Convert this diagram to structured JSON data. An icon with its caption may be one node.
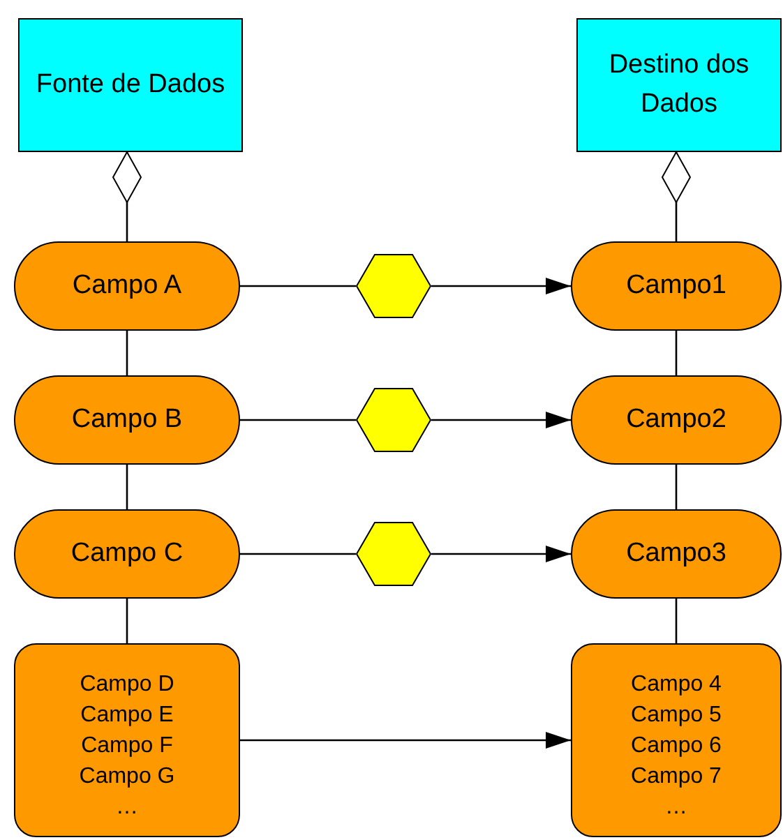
{
  "diagram": {
    "nodes": [
      {
        "text": [
          "Fonte de Dados"
        ]
      },
      {
        "text": [
          "Destino dos Dados"
        ]
      },
      {
        "text": [
          "Campo A"
        ]
      },
      {
        "text": [
          "Campo B"
        ]
      },
      {
        "text": [
          "Campo C"
        ]
      },
      {
        "text": [
          "Campo D",
          "Campo E",
          "Campo F",
          "Campo G",
          "…"
        ]
      },
      {
        "text": [
          "Campo1"
        ]
      },
      {
        "text": [
          "Campo2"
        ]
      },
      {
        "text": [
          "Campo3"
        ]
      },
      {
        "text": [
          "Campo 4",
          "Campo 5",
          "Campo 6",
          "Campo 7",
          "…"
        ]
      },
      {
        "text": [],
        "shape": "hexagon"
      },
      {
        "text": [],
        "shape": "hexagon"
      },
      {
        "text": [],
        "shape": "hexagon"
      }
    ],
    "edges": [
      {
        "from": 0,
        "to": 2,
        "arrow": "other"
      },
      {
        "from": 1,
        "to": 6,
        "arrow": "other"
      },
      {
        "from": 2,
        "to": 3,
        "arrow": "none"
      },
      {
        "from": 3,
        "to": 4,
        "arrow": "none"
      },
      {
        "from": 4,
        "to": 5,
        "arrow": "none"
      },
      {
        "from": 6,
        "to": 7,
        "arrow": "none"
      },
      {
        "from": 7,
        "to": 8,
        "arrow": "none"
      },
      {
        "from": 8,
        "to": 9,
        "arrow": "none"
      },
      {
        "from": 2,
        "to": 10,
        "arrow": "none"
      },
      {
        "from": 10,
        "to": 6,
        "arrow": "to"
      },
      {
        "from": 3,
        "to": 11,
        "arrow": "none"
      },
      {
        "from": 11,
        "to": 7,
        "arrow": "to"
      },
      {
        "from": 4,
        "to": 12,
        "arrow": "none"
      },
      {
        "from": 12,
        "to": 8,
        "arrow": "to"
      },
      {
        "from": 5,
        "to": 9,
        "arrow": "to"
      }
    ]
  }
}
